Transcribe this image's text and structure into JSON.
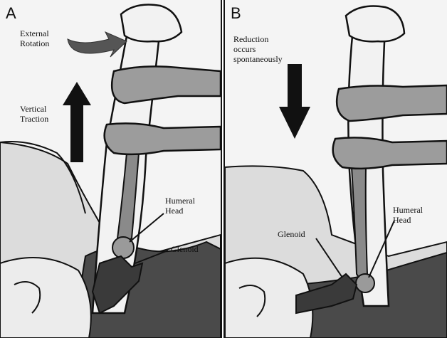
{
  "panel_a": {
    "letter": "A",
    "rotation_line1": "External",
    "rotation_line2": "Rotation",
    "traction_line1": "Vertical",
    "traction_line2": "Traction",
    "humeral_line1": "Humeral",
    "humeral_line2": "Head",
    "glenoid": "Glenoid"
  },
  "panel_b": {
    "letter": "B",
    "reduction_line1": "Reduction",
    "reduction_line2": "occurs",
    "reduction_line3": "spontaneously",
    "glenoid": "Glenoid",
    "humeral_line1": "Humeral",
    "humeral_line2": "Head"
  }
}
